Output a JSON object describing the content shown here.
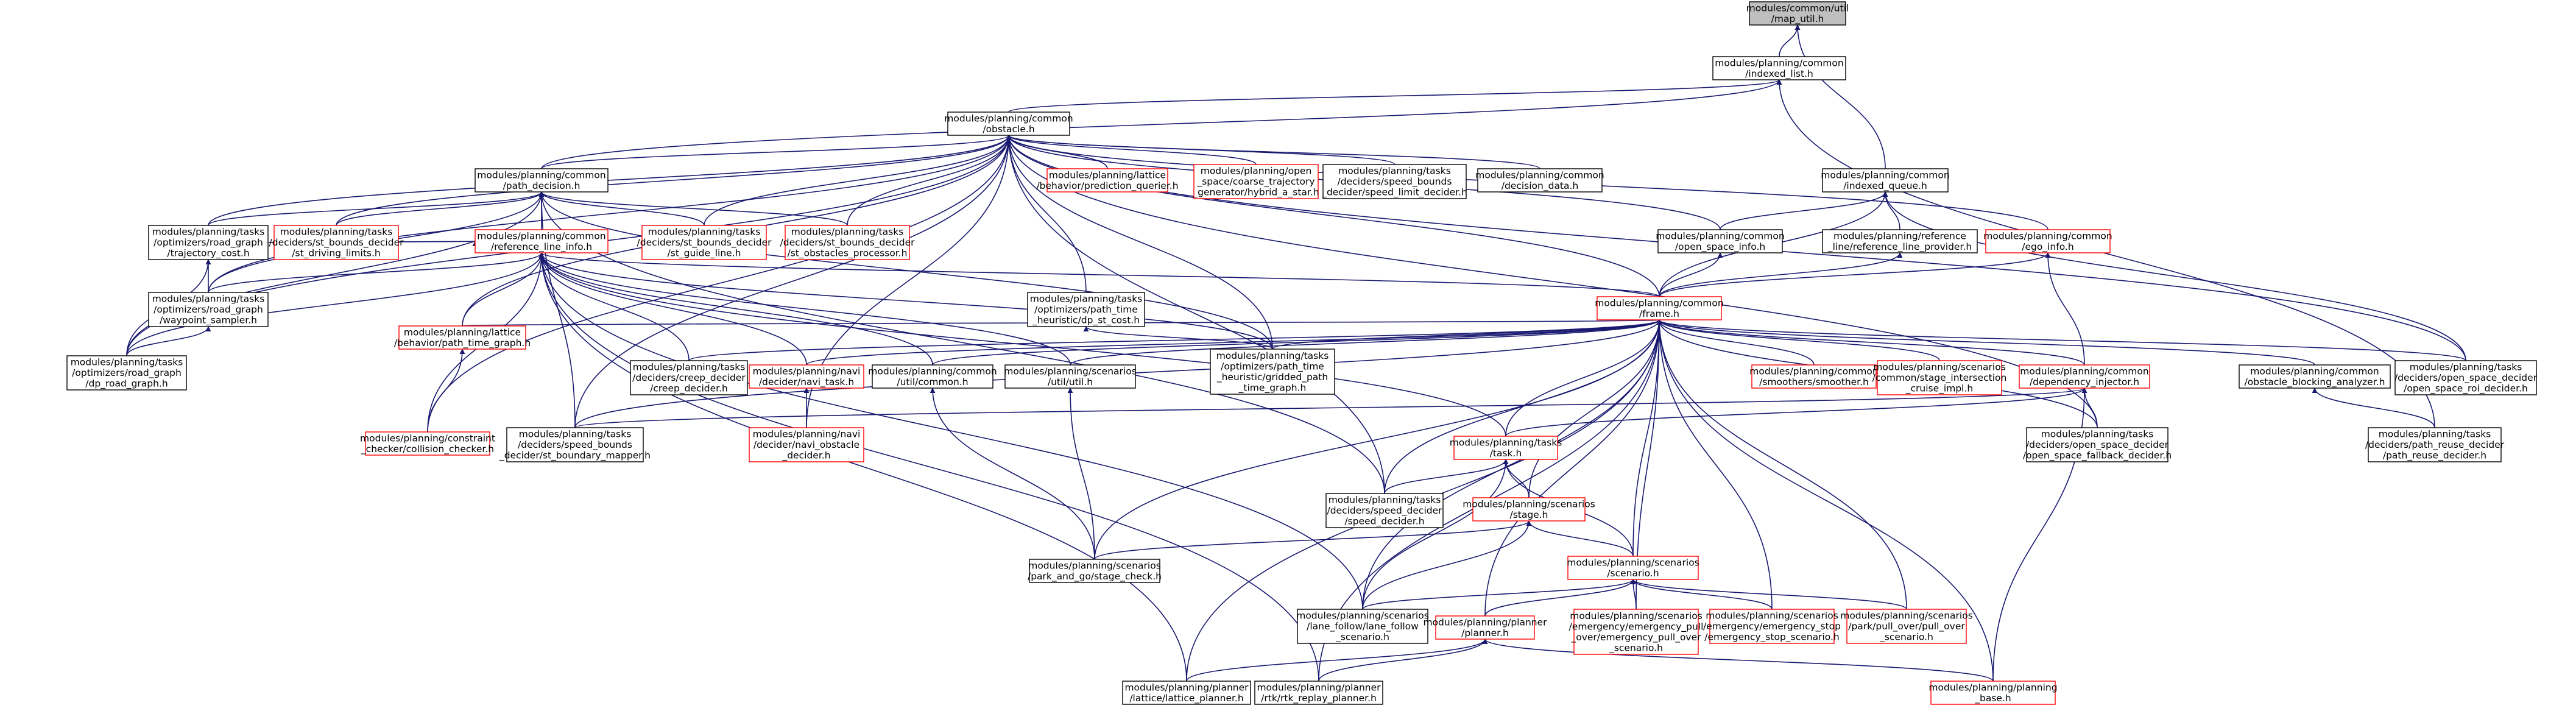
{
  "nodes": {
    "map_util": {
      "label": [
        "modules/common/util",
        "/map_util.h"
      ],
      "style": "root"
    },
    "indexed_list": {
      "label": [
        "modules/planning/common",
        "/indexed_list.h"
      ],
      "style": "black"
    },
    "obstacle": {
      "label": [
        "modules/planning/common",
        "/obstacle.h"
      ],
      "style": "black"
    },
    "indexed_queue": {
      "label": [
        "modules/planning/common",
        "/indexed_queue.h"
      ],
      "style": "black"
    },
    "path_decision": {
      "label": [
        "modules/planning/common",
        "/path_decision.h"
      ],
      "style": "black"
    },
    "prediction_querier": {
      "label": [
        "modules/planning/lattice",
        "/behavior/prediction_querier.h"
      ],
      "style": "red"
    },
    "hybrid_a_star": {
      "label": [
        "modules/planning/open",
        "_space/coarse_trajectory",
        "_generator/hybrid_a_star.h"
      ],
      "style": "red"
    },
    "speed_limit_decider": {
      "label": [
        "modules/planning/tasks",
        "/deciders/speed_bounds",
        "_decider/speed_limit_decider.h"
      ],
      "style": "black"
    },
    "decision_data": {
      "label": [
        "modules/planning/common",
        "/decision_data.h"
      ],
      "style": "black"
    },
    "trajectory_cost": {
      "label": [
        "modules/planning/tasks",
        "/optimizers/road_graph",
        "/trajectory_cost.h"
      ],
      "style": "black"
    },
    "st_driving_limits": {
      "label": [
        "modules/planning/tasks",
        "/deciders/st_bounds_decider",
        "/st_driving_limits.h"
      ],
      "style": "red"
    },
    "reference_line_info": {
      "label": [
        "modules/planning/common",
        "/reference_line_info.h"
      ],
      "style": "red"
    },
    "st_guide_line": {
      "label": [
        "modules/planning/tasks",
        "/deciders/st_bounds_decider",
        "/st_guide_line.h"
      ],
      "style": "red"
    },
    "st_obstacles_processor": {
      "label": [
        "modules/planning/tasks",
        "/deciders/st_bounds_decider",
        "/st_obstacles_processor.h"
      ],
      "style": "red"
    },
    "open_space_info": {
      "label": [
        "modules/planning/common",
        "/open_space_info.h"
      ],
      "style": "black"
    },
    "reference_line_provider": {
      "label": [
        "modules/planning/reference",
        "_line/reference_line_provider.h"
      ],
      "style": "black"
    },
    "ego_info": {
      "label": [
        "modules/planning/common",
        "/ego_info.h"
      ],
      "style": "red"
    },
    "waypoint_sampler": {
      "label": [
        "modules/planning/tasks",
        "/optimizers/road_graph",
        "/waypoint_sampler.h"
      ],
      "style": "black"
    },
    "dp_st_cost": {
      "label": [
        "modules/planning/tasks",
        "/optimizers/path_time",
        "_heuristic/dp_st_cost.h"
      ],
      "style": "black"
    },
    "frame": {
      "label": [
        "modules/planning/common",
        "/frame.h"
      ],
      "style": "red"
    },
    "dp_road_graph": {
      "label": [
        "modules/planning/tasks",
        "/optimizers/road_graph",
        "/dp_road_graph.h"
      ],
      "style": "black"
    },
    "path_time_graph": {
      "label": [
        "modules/planning/lattice",
        "/behavior/path_time_graph.h"
      ],
      "style": "red"
    },
    "creep_decider": {
      "label": [
        "modules/planning/tasks",
        "/deciders/creep_decider",
        "/creep_decider.h"
      ],
      "style": "black"
    },
    "navi_task": {
      "label": [
        "modules/planning/navi",
        "/decider/navi_task.h"
      ],
      "style": "red"
    },
    "common_util": {
      "label": [
        "modules/planning/common",
        "/util/common.h"
      ],
      "style": "black"
    },
    "scenarios_util": {
      "label": [
        "modules/planning/scenarios",
        "/util/util.h"
      ],
      "style": "black"
    },
    "gridded_path_time_graph": {
      "label": [
        "modules/planning/tasks",
        "/optimizers/path_time",
        "_heuristic/gridded_path",
        "_time_graph.h"
      ],
      "style": "black"
    },
    "smoother": {
      "label": [
        "modules/planning/common",
        "/smoothers/smoother.h"
      ],
      "style": "red"
    },
    "cruise_impl": {
      "label": [
        "modules/planning/scenarios",
        "/common/stage_intersection",
        "_cruise_impl.h"
      ],
      "style": "red"
    },
    "dependency_injector": {
      "label": [
        "modules/planning/common",
        "/dependency_injector.h"
      ],
      "style": "red"
    },
    "obstacle_blocking_analyzer": {
      "label": [
        "modules/planning/common",
        "/obstacle_blocking_analyzer.h"
      ],
      "style": "black"
    },
    "open_space_roi_decider": {
      "label": [
        "modules/planning/tasks",
        "/deciders/open_space_decider",
        "/open_space_roi_decider.h"
      ],
      "style": "black"
    },
    "collision_checker": {
      "label": [
        "modules/planning/constraint",
        "_checker/collision_checker.h"
      ],
      "style": "red"
    },
    "st_boundary_mapper": {
      "label": [
        "modules/planning/tasks",
        "/deciders/speed_bounds",
        "_decider/st_boundary_mapper.h"
      ],
      "style": "black"
    },
    "navi_obstacle_decider": {
      "label": [
        "modules/planning/navi",
        "/decider/navi_obstacle",
        "_decider.h"
      ],
      "style": "red"
    },
    "task": {
      "label": [
        "modules/planning/tasks",
        "/task.h"
      ],
      "style": "red"
    },
    "open_space_fallback_decider": {
      "label": [
        "modules/planning/tasks",
        "/deciders/open_space_decider",
        "/open_space_fallback_decider.h"
      ],
      "style": "black"
    },
    "path_reuse_decider": {
      "label": [
        "modules/planning/tasks",
        "/deciders/path_reuse_decider",
        "/path_reuse_decider.h"
      ],
      "style": "black"
    },
    "speed_decider": {
      "label": [
        "modules/planning/tasks",
        "/deciders/speed_decider",
        "/speed_decider.h"
      ],
      "style": "black"
    },
    "stage": {
      "label": [
        "modules/planning/scenarios",
        "/stage.h"
      ],
      "style": "red"
    },
    "park_and_go_check": {
      "label": [
        "modules/planning/scenarios",
        "/park_and_go/stage_check.h"
      ],
      "style": "black"
    },
    "scenario": {
      "label": [
        "modules/planning/scenarios",
        "/scenario.h"
      ],
      "style": "red"
    },
    "lane_follow_scenario": {
      "label": [
        "modules/planning/scenarios",
        "/lane_follow/lane_follow",
        "_scenario.h"
      ],
      "style": "black"
    },
    "planner": {
      "label": [
        "modules/planning/planner",
        "/planner.h"
      ],
      "style": "red"
    },
    "emergency_pull_over": {
      "label": [
        "modules/planning/scenarios",
        "/emergency/emergency_pull",
        "_over/emergency_pull_over",
        "_scenario.h"
      ],
      "style": "red"
    },
    "emergency_stop": {
      "label": [
        "modules/planning/scenarios",
        "/emergency/emergency_stop",
        "/emergency_stop_scenario.h"
      ],
      "style": "red"
    },
    "pull_over_scenario": {
      "label": [
        "modules/planning/scenarios",
        "/park/pull_over/pull_over",
        "_scenario.h"
      ],
      "style": "red"
    },
    "lattice_planner": {
      "label": [
        "modules/planning/planner",
        "/lattice/lattice_planner.h"
      ],
      "style": "black"
    },
    "rtk_replay_planner": {
      "label": [
        "modules/planning/planner",
        "/rtk/rtk_replay_planner.h"
      ],
      "style": "black"
    },
    "planning_base": {
      "label": [
        "modules/planning/planning",
        "_base.h"
      ],
      "style": "red"
    }
  },
  "edges": [
    [
      "indexed_list",
      "map_util"
    ],
    [
      "indexed_queue",
      "map_util"
    ],
    [
      "obstacle",
      "indexed_list"
    ],
    [
      "path_decision",
      "indexed_list"
    ],
    [
      "path_reuse_decider",
      "indexed_list"
    ],
    [
      "frame",
      "indexed_queue"
    ],
    [
      "open_space_info",
      "indexed_queue"
    ],
    [
      "reference_line_provider",
      "indexed_queue"
    ],
    [
      "open_space_roi_decider",
      "indexed_queue"
    ],
    [
      "path_decision",
      "obstacle"
    ],
    [
      "prediction_querier",
      "obstacle"
    ],
    [
      "hybrid_a_star",
      "obstacle"
    ],
    [
      "speed_limit_decider",
      "obstacle"
    ],
    [
      "decision_data",
      "obstacle"
    ],
    [
      "trajectory_cost",
      "obstacle"
    ],
    [
      "st_driving_limits",
      "obstacle"
    ],
    [
      "st_guide_line",
      "obstacle"
    ],
    [
      "st_obstacles_processor",
      "obstacle"
    ],
    [
      "open_space_info",
      "obstacle"
    ],
    [
      "ego_info",
      "obstacle"
    ],
    [
      "waypoint_sampler",
      "obstacle"
    ],
    [
      "dp_st_cost",
      "obstacle"
    ],
    [
      "frame",
      "obstacle"
    ],
    [
      "dp_road_graph",
      "obstacle"
    ],
    [
      "path_time_graph",
      "obstacle"
    ],
    [
      "gridded_path_time_graph",
      "obstacle"
    ],
    [
      "collision_checker",
      "obstacle"
    ],
    [
      "st_boundary_mapper",
      "obstacle"
    ],
    [
      "navi_obstacle_decider",
      "obstacle"
    ],
    [
      "speed_decider",
      "obstacle"
    ],
    [
      "open_space_roi_decider",
      "obstacle"
    ],
    [
      "open_space_fallback_decider",
      "obstacle"
    ],
    [
      "trajectory_cost",
      "path_decision"
    ],
    [
      "st_driving_limits",
      "path_decision"
    ],
    [
      "reference_line_info",
      "path_decision"
    ],
    [
      "st_guide_line",
      "path_decision"
    ],
    [
      "st_obstacles_processor",
      "path_decision"
    ],
    [
      "waypoint_sampler",
      "path_decision"
    ],
    [
      "dp_road_graph",
      "path_decision"
    ],
    [
      "st_boundary_mapper",
      "path_decision"
    ],
    [
      "gridded_path_time_graph",
      "path_decision"
    ],
    [
      "speed_decider",
      "path_decision"
    ],
    [
      "waypoint_sampler",
      "trajectory_cost"
    ],
    [
      "dp_road_graph",
      "trajectory_cost"
    ],
    [
      "dp_road_graph",
      "waypoint_sampler"
    ],
    [
      "frame",
      "reference_line_info"
    ],
    [
      "trajectory_cost",
      "reference_line_info"
    ],
    [
      "waypoint_sampler",
      "reference_line_info"
    ],
    [
      "dp_road_graph",
      "reference_line_info"
    ],
    [
      "path_time_graph",
      "reference_line_info"
    ],
    [
      "creep_decider",
      "reference_line_info"
    ],
    [
      "navi_task",
      "reference_line_info"
    ],
    [
      "common_util",
      "reference_line_info"
    ],
    [
      "scenarios_util",
      "reference_line_info"
    ],
    [
      "gridded_path_time_graph",
      "reference_line_info"
    ],
    [
      "collision_checker",
      "reference_line_info"
    ],
    [
      "task",
      "reference_line_info"
    ],
    [
      "lane_follow_scenario",
      "reference_line_info"
    ],
    [
      "lattice_planner",
      "reference_line_info"
    ],
    [
      "rtk_replay_planner",
      "reference_line_info"
    ],
    [
      "frame",
      "open_space_info"
    ],
    [
      "frame",
      "reference_line_provider"
    ],
    [
      "frame",
      "ego_info"
    ],
    [
      "dependency_injector",
      "ego_info"
    ],
    [
      "gridded_path_time_graph",
      "dp_st_cost"
    ],
    [
      "collision_checker",
      "path_time_graph"
    ],
    [
      "navi_obstacle_decider",
      "navi_task"
    ],
    [
      "park_and_go_check",
      "common_util"
    ],
    [
      "park_and_go_check",
      "scenarios_util"
    ],
    [
      "path_time_graph",
      "frame"
    ],
    [
      "creep_decider",
      "frame"
    ],
    [
      "navi_task",
      "frame"
    ],
    [
      "common_util",
      "frame"
    ],
    [
      "scenarios_util",
      "frame"
    ],
    [
      "gridded_path_time_graph",
      "frame"
    ],
    [
      "smoother",
      "frame"
    ],
    [
      "cruise_impl",
      "frame"
    ],
    [
      "dependency_injector",
      "frame"
    ],
    [
      "obstacle_blocking_analyzer",
      "frame"
    ],
    [
      "open_space_roi_decider",
      "frame"
    ],
    [
      "st_boundary_mapper",
      "frame"
    ],
    [
      "task",
      "frame"
    ],
    [
      "open_space_fallback_decider",
      "frame"
    ],
    [
      "speed_decider",
      "frame"
    ],
    [
      "stage",
      "frame"
    ],
    [
      "scenario",
      "frame"
    ],
    [
      "park_and_go_check",
      "frame"
    ],
    [
      "lane_follow_scenario",
      "frame"
    ],
    [
      "planner",
      "frame"
    ],
    [
      "emergency_pull_over",
      "frame"
    ],
    [
      "emergency_stop",
      "frame"
    ],
    [
      "pull_over_scenario",
      "frame"
    ],
    [
      "lattice_planner",
      "frame"
    ],
    [
      "rtk_replay_planner",
      "frame"
    ],
    [
      "planning_base",
      "frame"
    ],
    [
      "task",
      "dependency_injector"
    ],
    [
      "open_space_fallback_decider",
      "dependency_injector"
    ],
    [
      "planning_base",
      "dependency_injector"
    ],
    [
      "st_boundary_mapper",
      "dependency_injector"
    ],
    [
      "path_reuse_decider",
      "obstacle_blocking_analyzer"
    ],
    [
      "speed_decider",
      "task"
    ],
    [
      "stage",
      "task"
    ],
    [
      "scenario",
      "task"
    ],
    [
      "lane_follow_scenario",
      "task"
    ],
    [
      "scenario",
      "stage"
    ],
    [
      "park_and_go_check",
      "stage"
    ],
    [
      "lane_follow_scenario",
      "stage"
    ],
    [
      "lane_follow_scenario",
      "scenario"
    ],
    [
      "planner",
      "scenario"
    ],
    [
      "emergency_pull_over",
      "scenario"
    ],
    [
      "emergency_stop",
      "scenario"
    ],
    [
      "pull_over_scenario",
      "scenario"
    ],
    [
      "lattice_planner",
      "planner"
    ],
    [
      "rtk_replay_planner",
      "planner"
    ],
    [
      "planning_base",
      "planner"
    ]
  ],
  "colors": {
    "edge": "#191970",
    "root_fill": "#bfbfbf",
    "red_border": "#ff0000",
    "black_border": "#000000",
    "node_fill": "#ffffff"
  }
}
